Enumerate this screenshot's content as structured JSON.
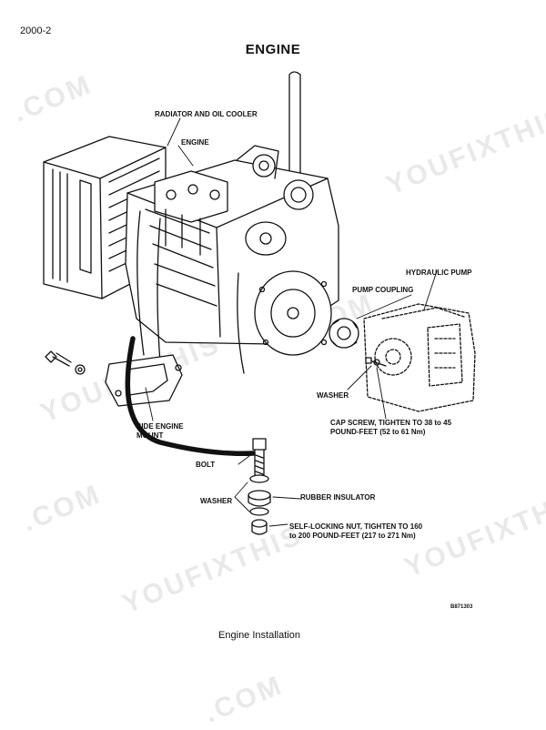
{
  "header": {
    "page_number": "2000-2",
    "title": "ENGINE"
  },
  "watermark": {
    "text1": "YOUFIXTHIS",
    "text2": ".COM"
  },
  "labels": {
    "radiator": "RADIATOR AND OIL COOLER",
    "engine": "ENGINE",
    "hydraulic_pump": "HYDRAULIC PUMP",
    "pump_coupling": "PUMP COUPLING",
    "washer_right": "WASHER",
    "cap_screw_1": "CAP SCREW, TIGHTEN TO 38 to 45",
    "cap_screw_2": "POUND-FEET (52 to 61 Nm)",
    "side_mount_1": "SIDE ENGINE",
    "side_mount_2": "MOUNT",
    "bolt": "BOLT",
    "washer_left": "WASHER",
    "rubber_insulator": "RUBBER INSULATOR",
    "nut_1": "SELF-LOCKING NUT, TIGHTEN TO 160",
    "nut_2": "to 200 POUND-FEET (217 to 271 Nm)"
  },
  "figure": {
    "code": "B871303",
    "caption": "Engine Installation"
  }
}
